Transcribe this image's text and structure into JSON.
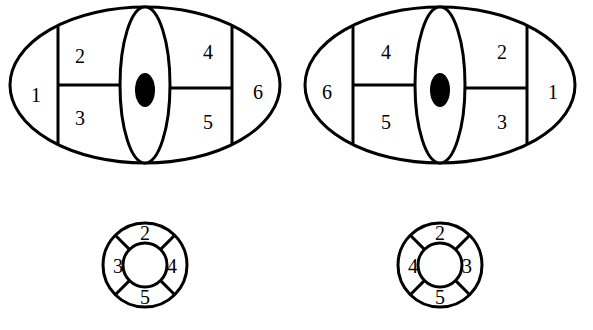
{
  "diagram": {
    "labels": [
      "1",
      "2",
      "3",
      "4",
      "5",
      "6",
      "6",
      "4",
      "5",
      "2",
      "3",
      "1",
      "2",
      "3",
      "4",
      "5",
      "2",
      "4",
      "3",
      "5"
    ]
  }
}
